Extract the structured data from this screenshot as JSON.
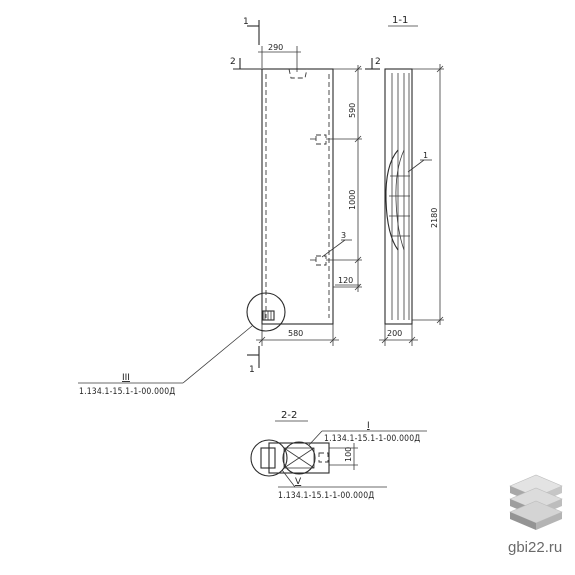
{
  "sections": {
    "label_1": "1",
    "label_2": "2",
    "section_1_1": "1-1",
    "section_2_2": "2-2"
  },
  "dimensions": {
    "top_width": "290",
    "upper_offset": "590",
    "middle_spacing": "1000",
    "lower_offset": "120",
    "panel_width": "580",
    "total_height": "2180",
    "section_width": "200",
    "plan_depth": "100"
  },
  "callouts": {
    "item_1": "1",
    "item_3": "3",
    "ref_III": "III",
    "ref_I": "I",
    "ref_V": "V"
  },
  "references": {
    "doc_code": "1.134.1-15.1-1-00.000Д"
  },
  "watermark": {
    "site": "gbi22.ru"
  },
  "colors": {
    "ink": "#2b2b2b",
    "logo_light": "#d9d9d9",
    "logo_dark": "#9a9a9a"
  }
}
